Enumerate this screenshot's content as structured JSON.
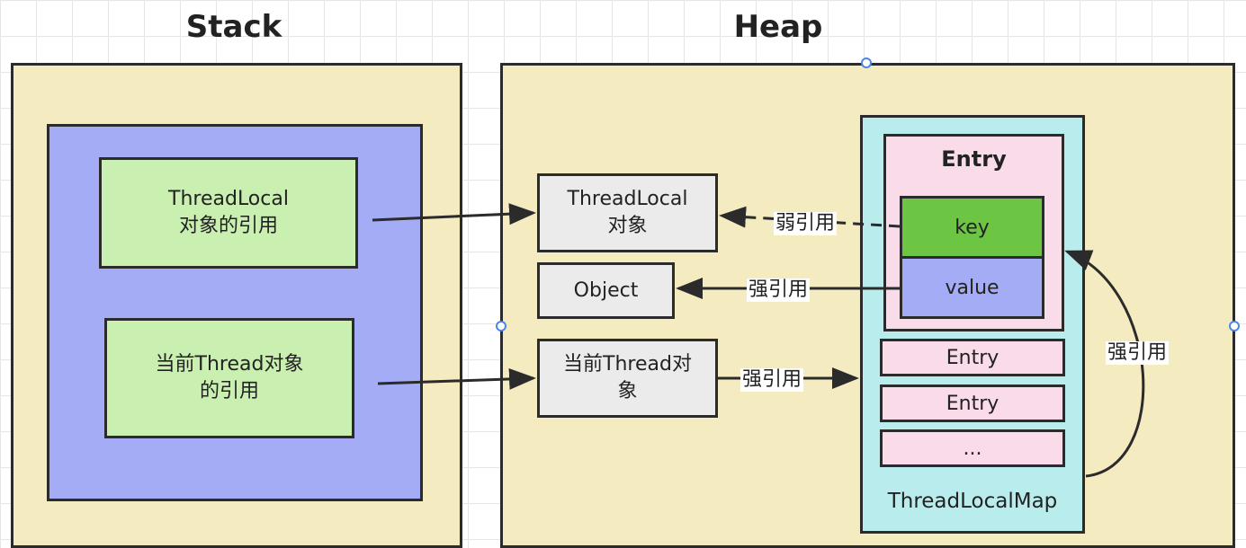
{
  "stack": {
    "title": "Stack",
    "threadlocal_ref": "ThreadLocal\n对象的引用",
    "thread_ref": "当前Thread对象\n的引用"
  },
  "heap": {
    "title": "Heap",
    "threadlocal_obj": "ThreadLocal\n对象",
    "object_obj": "Object",
    "thread_obj": "当前Thread对\n象",
    "map": {
      "label": "ThreadLocalMap",
      "entry_title": "Entry",
      "key": "key",
      "value": "value",
      "entries": [
        "Entry",
        "Entry",
        "..."
      ]
    }
  },
  "edges": {
    "weak_ref": "弱引用",
    "strong_ref_value": "强引用",
    "strong_ref_thread": "强引用",
    "strong_ref_loop": "强引用"
  },
  "colors": {
    "region": "#f4ebc0",
    "stack_frame": "#a3acf4",
    "reference": "#c9efb1",
    "object": "#ebebeb",
    "map": "#b9ecec",
    "entry": "#fadbea",
    "key": "#6cc644",
    "value": "#a3acf4",
    "selection_handle": "#4a86e8"
  }
}
